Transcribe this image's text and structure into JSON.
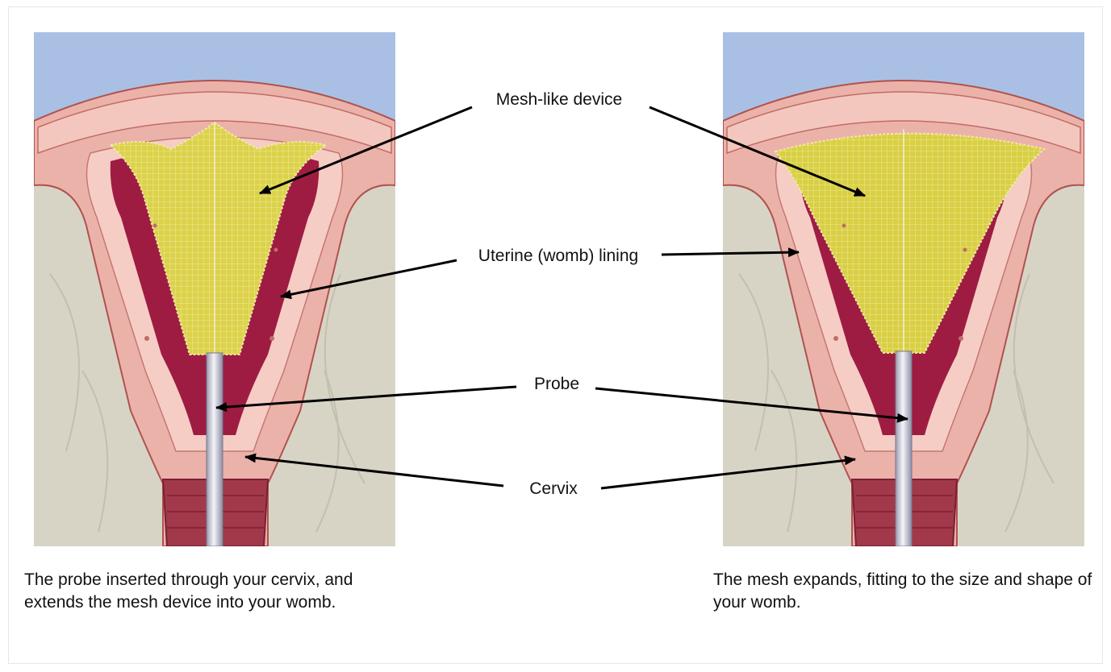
{
  "labels": {
    "mesh_device": "Mesh-like device",
    "uterine_lining": "Uterine (womb) lining",
    "probe": "Probe",
    "cervix": "Cervix"
  },
  "captions": {
    "left": "The probe inserted through your cervix, and extends the mesh device into your womb.",
    "right": "The mesh expands, fitting to the size and shape of your womb."
  },
  "colors": {
    "sky": "#a9c0e4",
    "tissue": "#ebb2aa",
    "lining": "#f6cdc5",
    "cavity": "#9e1c42",
    "mesh": "#d9cf43",
    "probe": "#dedee8",
    "muscle": "#d7d4c6"
  }
}
